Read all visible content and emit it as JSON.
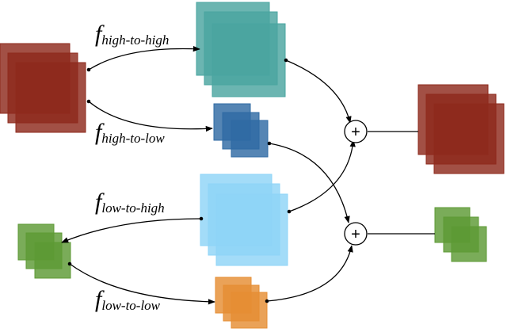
{
  "labels": {
    "high_to_high": {
      "main": "f",
      "sub": "high-to-high"
    },
    "high_to_low": {
      "main": "f",
      "sub": "high-to-low"
    },
    "low_to_high": {
      "main": "f",
      "sub": "low-to-high"
    },
    "low_to_low": {
      "main": "f",
      "sub": "low-to-low"
    }
  },
  "operators": {
    "sum_high": "+",
    "sum_low": "+"
  },
  "colors": {
    "high_input": "#8e2a1c",
    "high_to_high": "#4aa5a0",
    "high_to_low": "#2f6aa3",
    "low_to_high": "#8fd4f7",
    "low_input": "#5d9a35",
    "low_to_low": "#e58d33",
    "high_output": "#8e2a1c",
    "low_output": "#5d9a35"
  }
}
